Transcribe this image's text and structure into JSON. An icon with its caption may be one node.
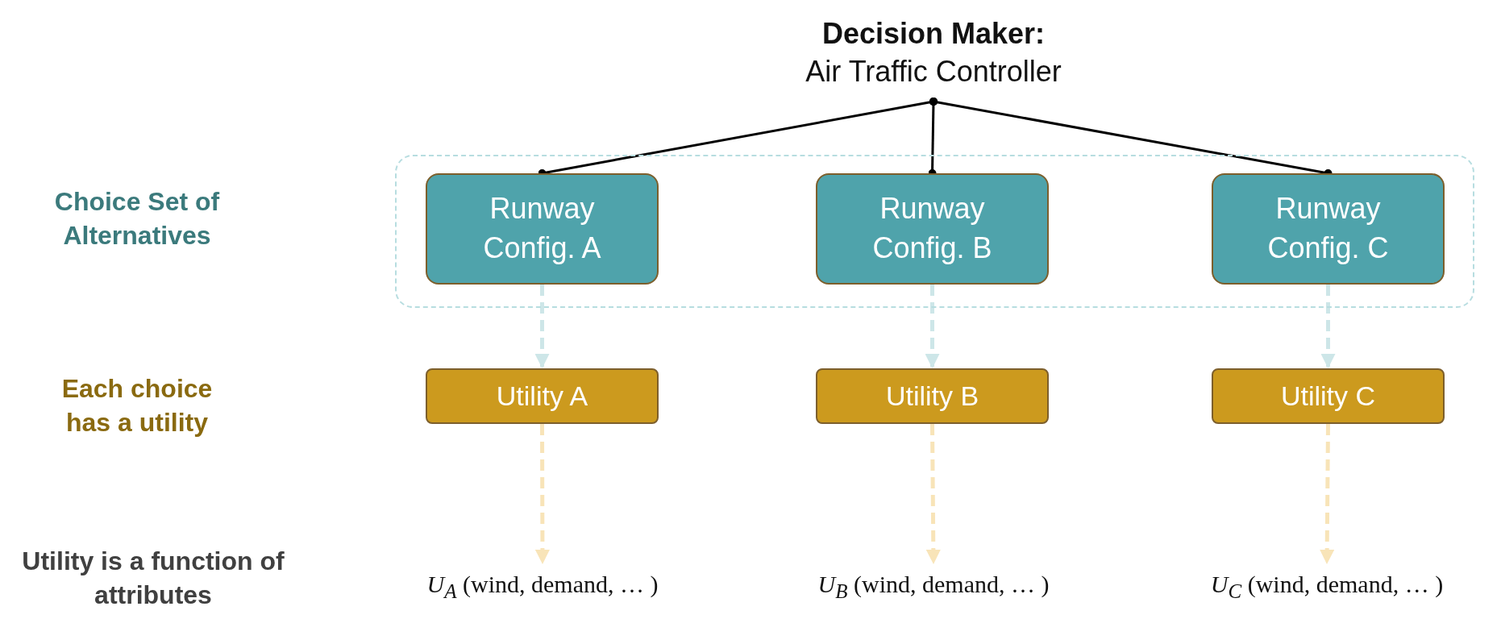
{
  "diagram": {
    "nodes": [
      {
        "text": [
          "Decision Maker:",
          "Air Traffic Controller"
        ]
      },
      {
        "text": [],
        "shape": "box"
      },
      {
        "text": [
          "Runway Config. A"
        ],
        "in": 1
      },
      {
        "text": [
          "Runway Config. B"
        ],
        "in": 1
      },
      {
        "text": [
          "Runway Config. C"
        ],
        "in": 1
      },
      {
        "text": [
          "Utility A"
        ]
      },
      {
        "text": [
          "Utility B"
        ]
      },
      {
        "text": [
          "Utility C"
        ]
      },
      {
        "text": [
          "*U*$_{A}$ (wind, demand, … )"
        ]
      },
      {
        "text": [
          "*U*$_{B}$ (wind, demand, … )"
        ]
      },
      {
        "text": [
          "*U*$_{C}$ (wind, demand, … )"
        ]
      }
    ],
    "edges": [
      {
        "from": 0,
        "to": 2,
        "arrow": "other",
        "color": "#000000"
      },
      {
        "from": 0,
        "to": 3,
        "arrow": "other",
        "color": "#000000"
      },
      {
        "from": 0,
        "to": 4,
        "arrow": "other",
        "color": "#000000"
      },
      {
        "from": 2,
        "to": 5,
        "arrow": "to",
        "style": "dashed",
        "color": "#cde6e8"
      },
      {
        "from": 3,
        "to": 6,
        "arrow": "to",
        "style": "dashed",
        "color": "#cde6e8"
      },
      {
        "from": 4,
        "to": 7,
        "arrow": "to",
        "style": "dashed",
        "color": "#cde6e8"
      },
      {
        "from": 5,
        "to": 8,
        "arrow": "to",
        "style": "dashed",
        "color": "#f8e4b8"
      },
      {
        "from": 6,
        "to": 9,
        "arrow": "to",
        "style": "dashed",
        "color": "#f8e4b8"
      },
      {
        "from": 7,
        "to": 10,
        "arrow": "to",
        "style": "dashed",
        "color": "#f8e4b8"
      }
    ],
    "labels": [
      "Choice Set of Alternatives",
      "Each choice has a utility",
      "Utility is a function of attributes"
    ]
  }
}
